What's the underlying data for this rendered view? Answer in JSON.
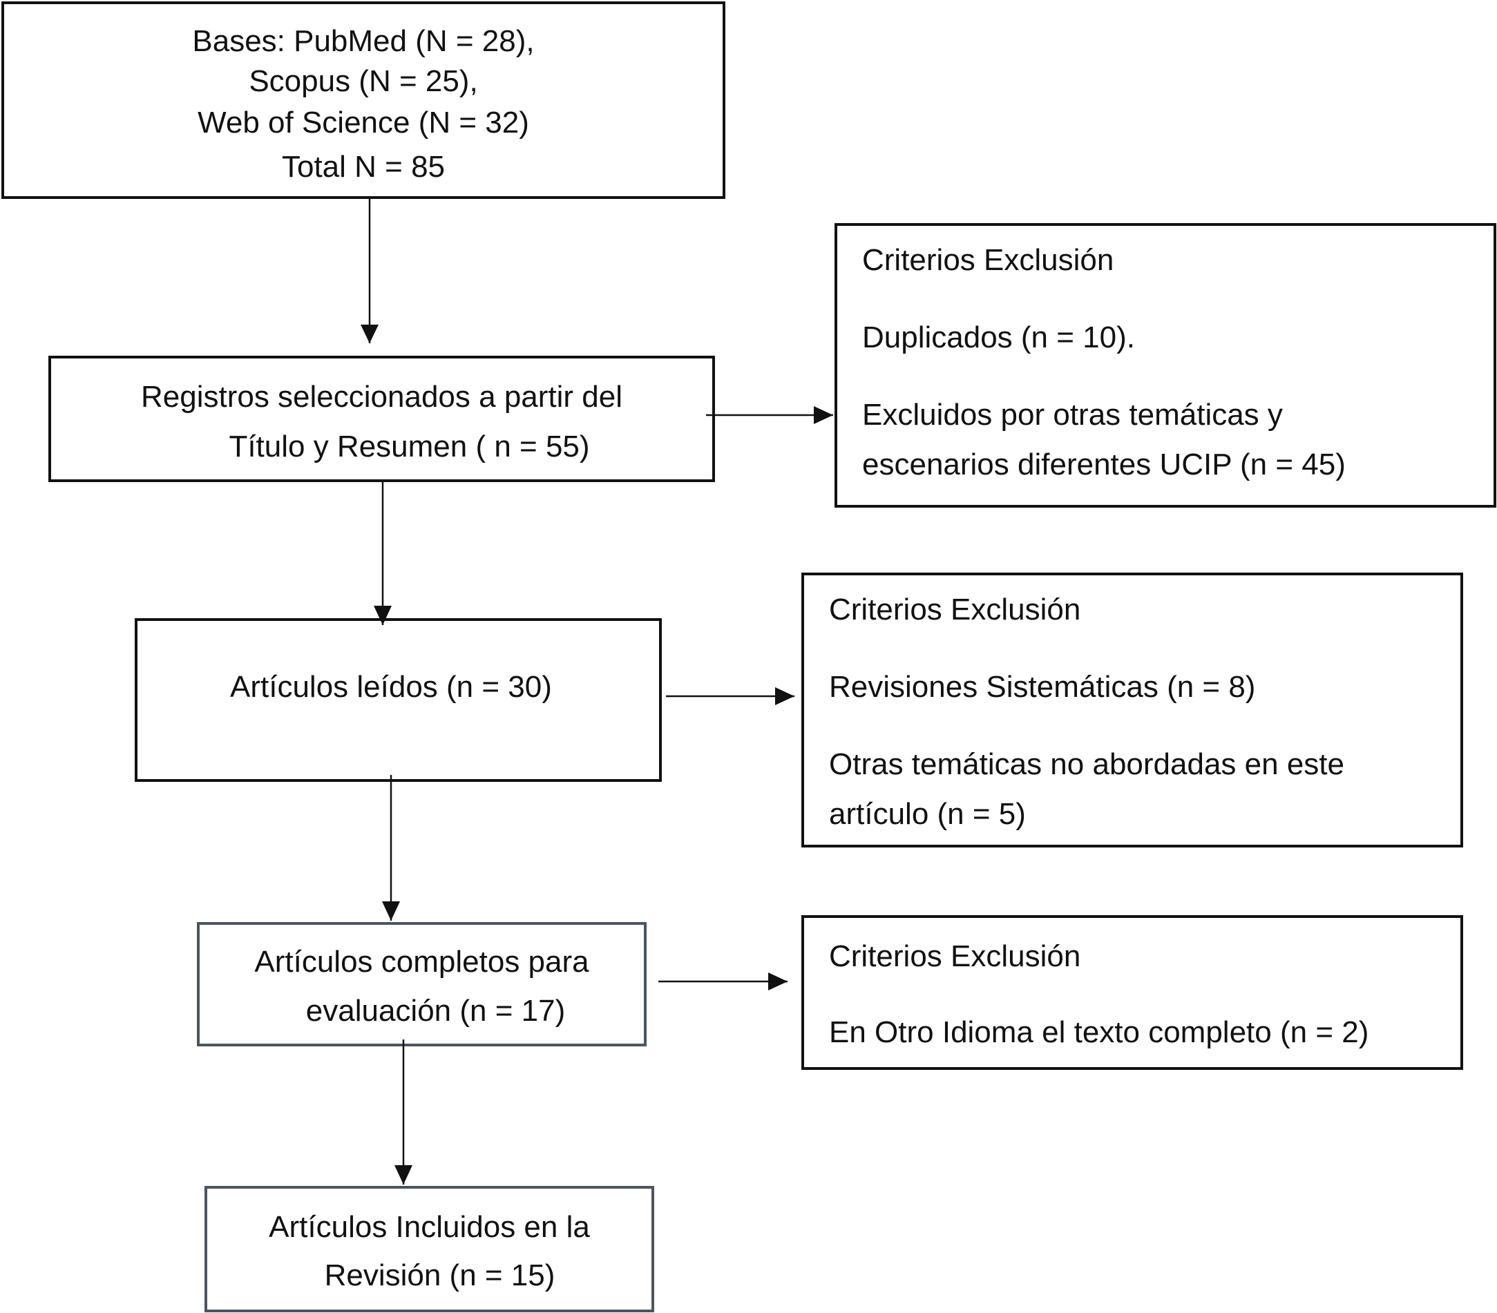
{
  "nodes": {
    "sources": {
      "lines": [
        "Bases: PubMed (N = 28),",
        "Scopus (N = 25),",
        "Web of Science (N = 32)",
        "Total N = 85"
      ]
    },
    "screened": {
      "lines": [
        "Registros seleccionados a partir del",
        "Título y Resumen ( n = 55)"
      ]
    },
    "exclusion_1": {
      "heading": "Criterios Exclusión",
      "items": [
        "Duplicados (n = 10).",
        "Excluidos por otras temáticas y",
        "escenarios diferentes UCIP (n = 45)"
      ]
    },
    "read": {
      "lines": [
        "Artículos leídos (n = 30)"
      ]
    },
    "exclusion_2": {
      "heading": "Criterios Exclusión",
      "items": [
        "Revisiones Sistemáticas (n = 8)",
        "Otras temáticas no abordadas en este",
        "artículo (n = 5)"
      ]
    },
    "full_text": {
      "lines": [
        "Artículos completos para",
        "evaluación (n = 17)"
      ]
    },
    "exclusion_3": {
      "heading": "Criterios Exclusión",
      "items": [
        "En Otro Idioma el texto completo (n = 2)"
      ]
    },
    "included": {
      "lines": [
        "Artículos Incluidos en la",
        "Revisión (n = 15)"
      ]
    }
  },
  "colors": {
    "border": "#111111",
    "border_grey": "#4a5560",
    "arrow": "#111111"
  }
}
